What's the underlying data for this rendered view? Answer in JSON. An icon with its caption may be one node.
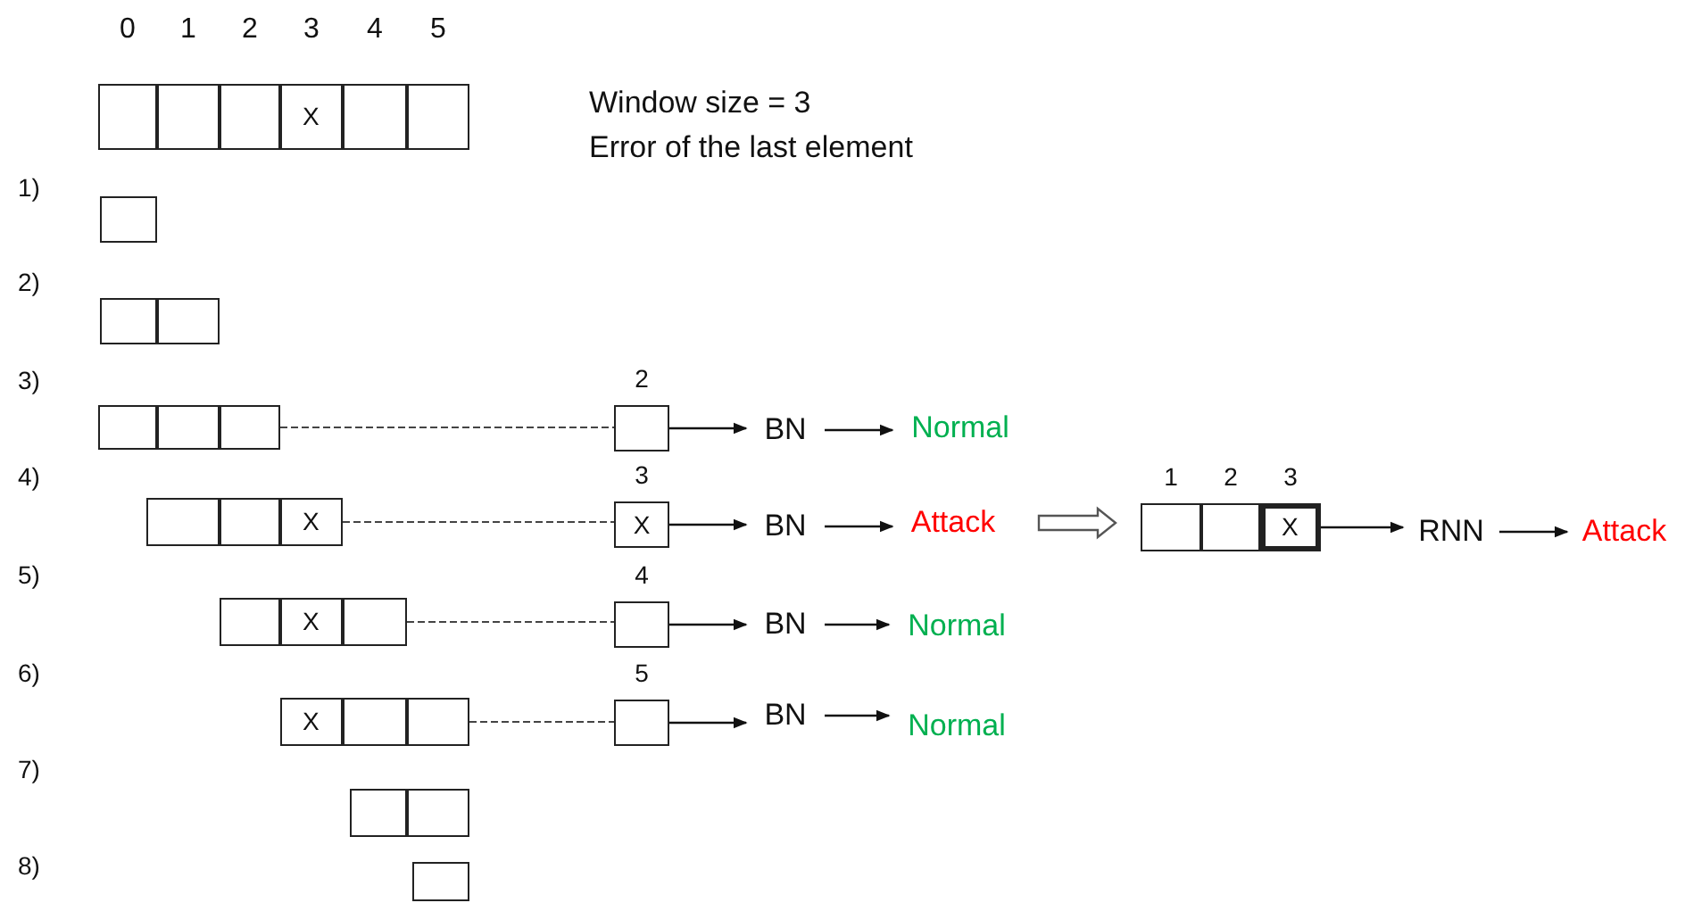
{
  "diagram": {
    "nodes": [
      {
        "text": [],
        "shape": "box"
      },
      {
        "text": [],
        "shape": "box",
        "in": 0,
        "beside": [
          "0"
        ]
      },
      {
        "text": [],
        "shape": "box",
        "in": 0,
        "beside": [
          "1"
        ]
      },
      {
        "text": [],
        "shape": "box",
        "in": 0,
        "beside": [
          "2"
        ]
      },
      {
        "text": [
          "X"
        ],
        "in": 0,
        "beside": [
          "3"
        ]
      },
      {
        "text": [],
        "shape": "box",
        "in": 0,
        "beside": [
          "4"
        ]
      },
      {
        "text": [],
        "shape": "box",
        "in": 0,
        "beside": [
          "5"
        ]
      },
      {
        "text": [],
        "shape": "box"
      },
      {
        "text": [],
        "shape": "box"
      },
      {
        "text": [],
        "shape": "box",
        "in": 8
      },
      {
        "text": [],
        "shape": "box",
        "in": 8
      },
      {
        "text": [],
        "shape": "box"
      },
      {
        "text": [],
        "shape": "box",
        "in": 11
      },
      {
        "text": [],
        "shape": "box",
        "in": 11
      },
      {
        "text": [],
        "shape": "box",
        "in": 11
      },
      {
        "text": [],
        "shape": "box"
      },
      {
        "text": [],
        "shape": "box",
        "in": 15
      },
      {
        "text": [],
        "shape": "box",
        "in": 15
      },
      {
        "text": [
          "X"
        ],
        "in": 15
      },
      {
        "text": [],
        "shape": "box"
      },
      {
        "text": [],
        "shape": "box",
        "in": 19
      },
      {
        "text": [
          "X"
        ],
        "in": 19
      },
      {
        "text": [],
        "shape": "box",
        "in": 19
      },
      {
        "text": [],
        "shape": "box"
      },
      {
        "text": [
          "X"
        ],
        "in": 23
      },
      {
        "text": [],
        "shape": "box",
        "in": 23
      },
      {
        "text": [],
        "shape": "box",
        "in": 23
      },
      {
        "text": [],
        "shape": "box"
      },
      {
        "text": [],
        "shape": "box",
        "in": 27
      },
      {
        "text": [],
        "shape": "box",
        "in": 27
      },
      {
        "text": [],
        "shape": "box"
      },
      {
        "text": [],
        "shape": "box",
        "beside": [
          "2"
        ]
      },
      {
        "text": [
          "BN"
        ]
      },
      {
        "text": [
          "Normal"
        ]
      },
      {
        "text": [
          "X"
        ],
        "beside": [
          "3"
        ]
      },
      {
        "text": [
          "BN"
        ]
      },
      {
        "text": [
          "Attack"
        ]
      },
      {
        "text": [],
        "shape": "box",
        "beside": [
          "4"
        ]
      },
      {
        "text": [
          "BN"
        ]
      },
      {
        "text": [
          "Normal"
        ]
      },
      {
        "text": [],
        "shape": "box",
        "beside": [
          "5"
        ]
      },
      {
        "text": [
          "BN"
        ]
      },
      {
        "text": [
          "Normal"
        ]
      },
      {
        "text": [],
        "shape": "box"
      },
      {
        "text": [],
        "shape": "box",
        "in": 43,
        "beside": [
          "1"
        ]
      },
      {
        "text": [],
        "shape": "box",
        "in": 43,
        "beside": [
          "2"
        ]
      },
      {
        "text": [
          "X"
        ],
        "in": 43,
        "beside": [
          "3"
        ]
      },
      {
        "text": [
          "RNN"
        ]
      },
      {
        "text": [
          "Attack"
        ]
      }
    ],
    "edges": [
      {
        "from": 11,
        "to": 31,
        "arrow": "none",
        "style": "dashed"
      },
      {
        "from": 15,
        "to": 34,
        "arrow": "none",
        "style": "dashed"
      },
      {
        "from": 19,
        "to": 37,
        "arrow": "none",
        "style": "dashed"
      },
      {
        "from": 23,
        "to": 40,
        "arrow": "none",
        "style": "dashed"
      },
      {
        "from": 31,
        "to": 32,
        "arrow": "to"
      },
      {
        "from": 32,
        "to": 33,
        "arrow": "to"
      },
      {
        "from": 34,
        "to": 35,
        "arrow": "to"
      },
      {
        "from": 35,
        "to": 36,
        "arrow": "to"
      },
      {
        "from": 37,
        "to": 38,
        "arrow": "to"
      },
      {
        "from": 38,
        "to": 39,
        "arrow": "to"
      },
      {
        "from": 40,
        "to": 41,
        "arrow": "to"
      },
      {
        "from": 41,
        "to": 42,
        "arrow": "to"
      },
      {
        "from": 36,
        "to": 43,
        "arrow": "to",
        "style": "thick"
      },
      {
        "from": 43,
        "to": 47,
        "arrow": "to"
      },
      {
        "from": 47,
        "to": 48,
        "arrow": "to"
      }
    ],
    "labels": [
      "Window size = 3",
      "Error of the last element",
      "1)",
      "2)",
      "3)",
      "4)",
      "5)",
      "6)",
      "7)",
      "8)"
    ]
  }
}
